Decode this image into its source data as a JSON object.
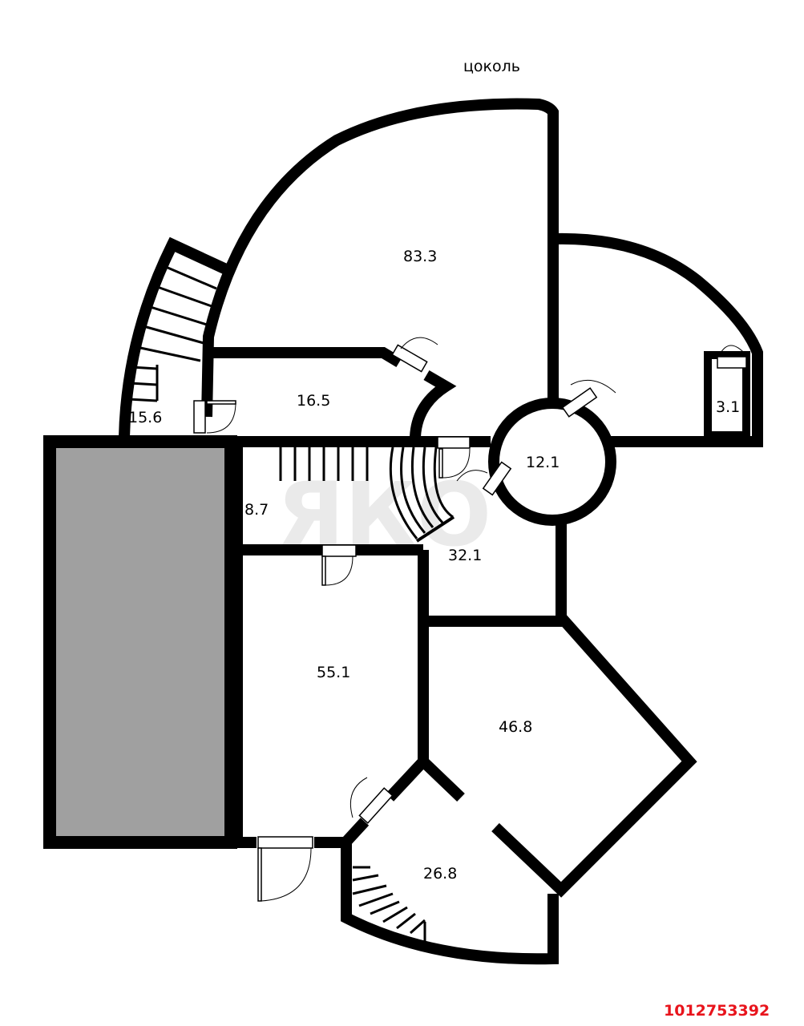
{
  "plan": {
    "title": "цоколь",
    "watermark": "ЯКО",
    "listing_id": "1012753392",
    "colors": {
      "wall": "#000000",
      "background": "#ffffff",
      "shaded_area": "#a0a0a0",
      "listing_id": "#e8141c"
    },
    "rooms": [
      {
        "id": "room-83-3",
        "area": "83.3"
      },
      {
        "id": "room-16-5",
        "area": "16.5"
      },
      {
        "id": "room-15-6",
        "area": "15.6"
      },
      {
        "id": "room-12-1",
        "area": "12.1"
      },
      {
        "id": "room-3-1",
        "area": "3.1"
      },
      {
        "id": "room-8-7",
        "area": "8.7"
      },
      {
        "id": "room-32-1",
        "area": "32.1"
      },
      {
        "id": "room-55-1",
        "area": "55.1"
      },
      {
        "id": "room-46-8",
        "area": "46.8"
      },
      {
        "id": "room-26-8",
        "area": "26.8"
      }
    ]
  }
}
